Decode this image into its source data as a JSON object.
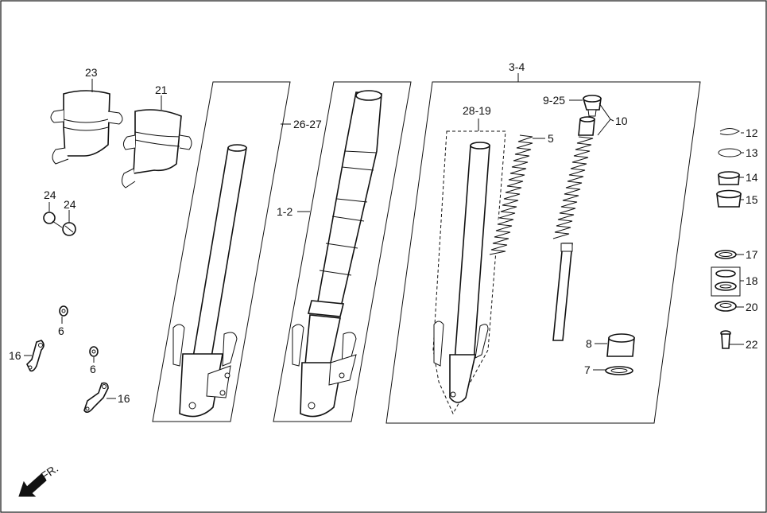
{
  "labels": {
    "l23": "23",
    "l21": "21",
    "l24a": "24",
    "l24b": "24",
    "l6a": "6",
    "l6b": "6",
    "l16a": "16",
    "l16b": "16",
    "l2627": "26-27",
    "l12": "1-2",
    "l34": "3-4",
    "l2819": "28-19",
    "l5": "5",
    "l925": "9-25",
    "l10": "10",
    "l8": "8",
    "l7": "7",
    "r12": "12",
    "r13": "13",
    "r14": "14",
    "r15": "15",
    "r17": "17",
    "r18": "18",
    "r20": "20",
    "r22": "22"
  },
  "front": "FR."
}
